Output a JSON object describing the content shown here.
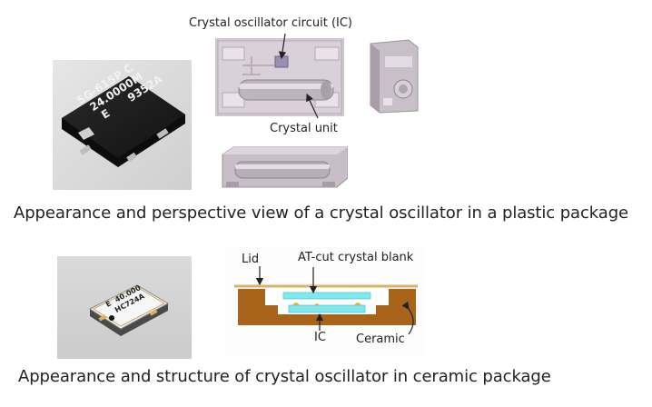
{
  "plastic": {
    "chip_text": {
      "line1": "SG-615P C",
      "line2": "24.0000M",
      "line3_left": "E",
      "line3_right": "9352A"
    },
    "label_ic": "Crystal oscillator circuit (IC)",
    "label_crystal_unit": "Crystal unit",
    "caption": "Appearance and perspective view of a crystal oscillator in a plastic package"
  },
  "ceramic": {
    "chip_text": {
      "line1_left": "E",
      "line1_right": "40.000",
      "line2": "HC724A"
    },
    "label_lid": "Lid",
    "label_blank": "AT-cut crystal blank",
    "label_ic": "IC",
    "label_ceramic": "Ceramic",
    "caption": "Appearance and structure of crystal oscillator in ceramic package"
  },
  "colors": {
    "ceramic_brown": "#a8641b",
    "crystal_cyan": "#7fe8ee",
    "lid_line": "#d9b36a",
    "gold": "#d8b640",
    "chip_black": "#1c1c1c",
    "photo_bg": "#d7d7d7"
  }
}
